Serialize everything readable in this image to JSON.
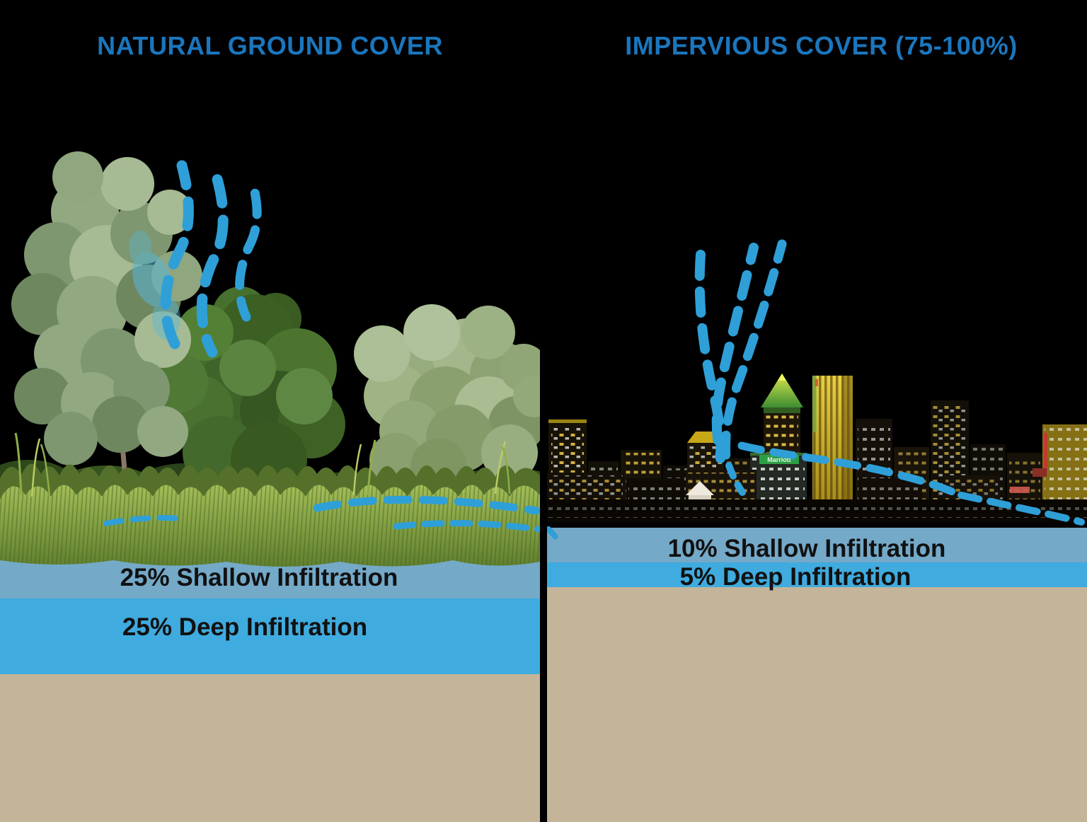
{
  "colors": {
    "bg": "#000000",
    "title-blue": "#1B76BD",
    "arrow-blue": "#2F9FD8",
    "shallow-layer": "#74A9C8",
    "deep-layer": "#3FABDF",
    "soil-layer": "#C4B499",
    "label-ink": "#111111"
  },
  "left_panel": {
    "title": "NATURAL GROUND COVER",
    "shallow_label": "25% Shallow Infiltration",
    "deep_label": "25% Deep Infiltration",
    "shallow_pct": 25,
    "deep_pct": 25,
    "illustration": "trees-grass-with-evapotranspiration-arrows"
  },
  "right_panel": {
    "title": "IMPERVIOUS COVER (75-100%)",
    "shallow_label": "10% Shallow Infiltration",
    "deep_label": "5% Deep Infiltration",
    "shallow_pct": 10,
    "deep_pct": 5,
    "illustration": "night-city-skyline-with-runoff-arrows",
    "skyline_sign": "Marriott"
  }
}
